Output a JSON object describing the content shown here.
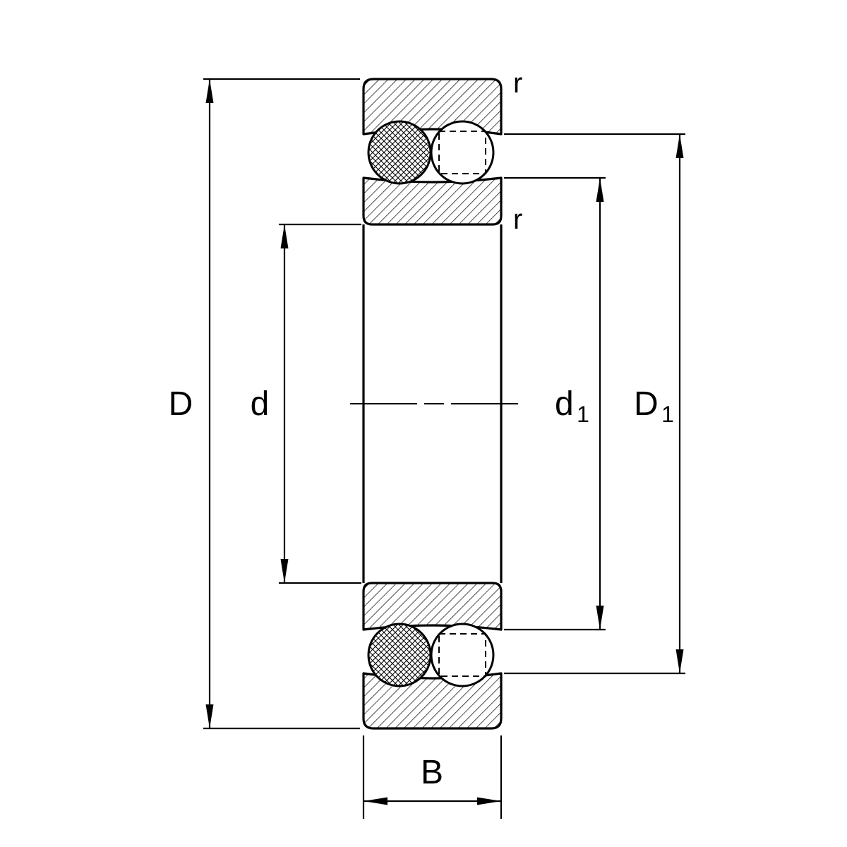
{
  "diagram": {
    "background": "#ffffff",
    "line_color": "#000000",
    "subject": "self-aligning ball bearing cross-section with dimension callouts"
  },
  "dimensions": {
    "D": {
      "label": "D"
    },
    "d": {
      "label": "d"
    },
    "d1": {
      "base": "d",
      "sub": "1"
    },
    "D1": {
      "base": "D",
      "sub": "1"
    },
    "B": {
      "label": "B"
    }
  },
  "annotations": {
    "r_top": "r",
    "r_inner": "r"
  }
}
